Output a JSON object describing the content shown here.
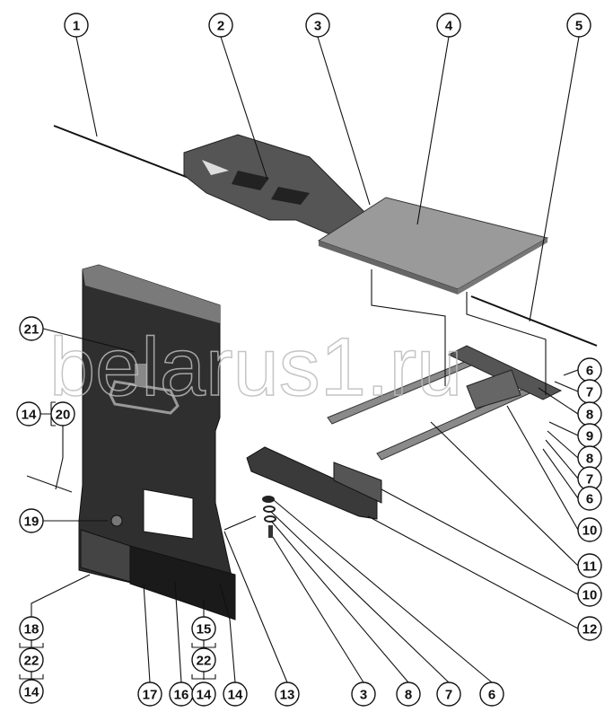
{
  "diagram": {
    "watermark": "belarus1.ru",
    "callouts": [
      "1",
      "2",
      "3",
      "4",
      "5",
      "6",
      "7",
      "8",
      "9",
      "8",
      "7",
      "6",
      "10",
      "11",
      "10",
      "12",
      "21",
      "14",
      "20",
      "19",
      "18",
      "22",
      "14",
      "17",
      "16",
      "14",
      "15",
      "22",
      "14",
      "13",
      "3",
      "8",
      "7",
      "6"
    ]
  }
}
